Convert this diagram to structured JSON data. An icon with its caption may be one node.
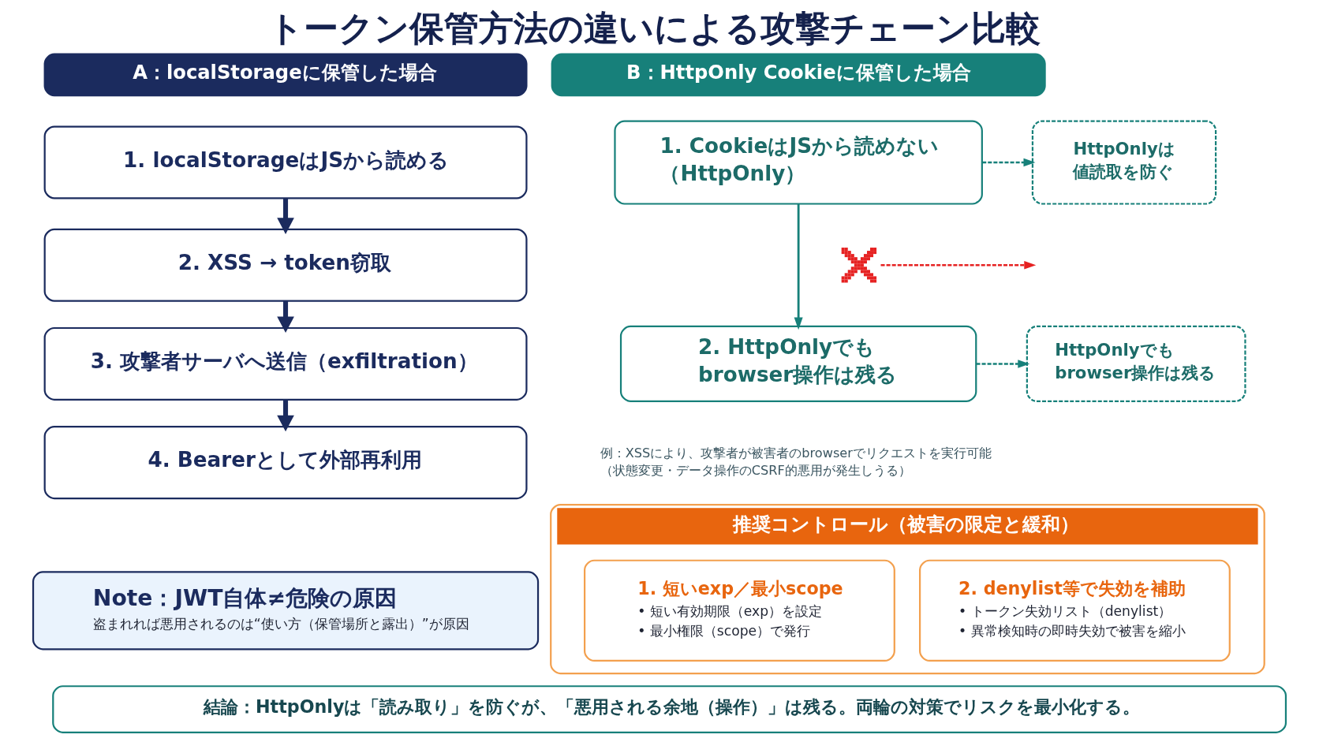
{
  "diagram": {
    "title": "トークン保管方法の違いによる攻撃チェーン比較",
    "nodes": [
      {
        "text": [
          "A：localStorageに保管した場合"
        ]
      },
      {
        "text": [
          "1. localStorageはJSから読める"
        ]
      },
      {
        "text": [
          "2. XSS → token窃取"
        ]
      },
      {
        "text": [
          "3. 攻撃者サーバへ送信（exfiltration）"
        ]
      },
      {
        "text": [
          "4. Bearerとして外部再利用"
        ]
      },
      {
        "text": [
          "Note：JWT自体≠危険の原因",
          "盗まれれば悪用されるのは“使い方（保管場所と露出）”が原因"
        ]
      },
      {
        "text": [
          "B：HttpOnly Cookieに保管した場合"
        ]
      },
      {
        "text": [
          "1. CookieはJSから読めない（HttpOnly）"
        ]
      },
      {
        "text": [
          "HttpOnlyは値読取を防ぐ"
        ]
      },
      {
        "text": [],
        "shape": "cross"
      },
      {
        "text": [
          "2. HttpOnlyでもbrowser操作は残る"
        ],
        "beside": [
          "例：XSSにより、攻撃者が被害者のbrowserでリクエストを実行可能（状態変更・データ操作のCSRF的悪用が発生しうる）"
        ]
      },
      {
        "text": [
          "HttpOnlyでもbrowser操作は残る"
        ]
      },
      {
        "text": [
          "推奨コントロール（被害の限定と緩和）"
        ]
      },
      {
        "text": [
          "1. 短いexp／最小scope",
          "• 短い有効期限（exp）を設定",
          "• 最小権限（scope）で発行"
        ],
        "in": 12
      },
      {
        "text": [
          "2. denylist等で失効を補助",
          "• トークン失効リスト（denylist）",
          "• 異常検知時の即時失効で被害を縮小"
        ],
        "in": 12
      },
      {
        "text": [
          "結論：HttpOnlyは「読み取り」を防ぐが、「悪用される余地（操作）」は残る。両輪の対策でリスクを最小化する。"
        ]
      }
    ],
    "edges": [
      {
        "from": 1,
        "to": 2,
        "arrow": "to",
        "style": "thick"
      },
      {
        "from": 2,
        "to": 3,
        "arrow": "to",
        "style": "thick"
      },
      {
        "from": 3,
        "to": 4,
        "arrow": "to",
        "style": "thick"
      },
      {
        "from": 7,
        "to": 10,
        "arrow": "to",
        "color": "#17807a"
      },
      {
        "from": 7,
        "to": 8,
        "arrow": "to",
        "style": "dashed",
        "color": "#17807a"
      },
      {
        "from": 9,
        "to": null,
        "arrow": "to",
        "style": "dashed",
        "color": "#e62222"
      },
      {
        "from": 10,
        "to": 11,
        "arrow": "to",
        "style": "dashed",
        "color": "#17807a"
      }
    ]
  }
}
